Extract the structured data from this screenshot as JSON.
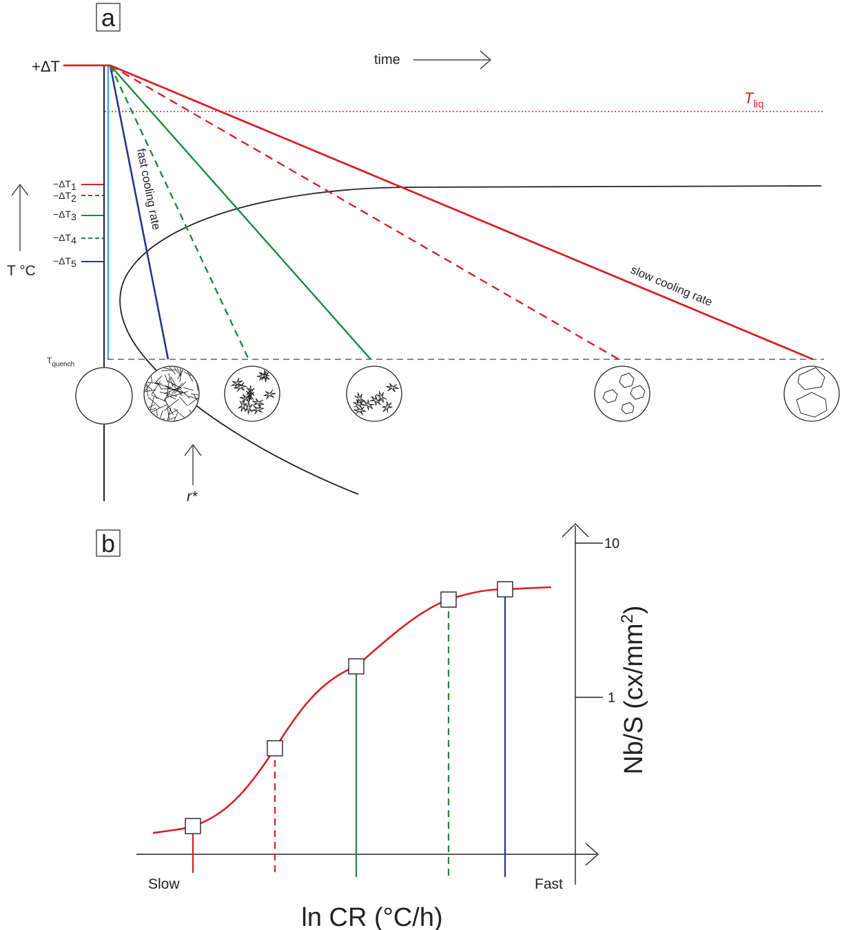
{
  "panel_a": {
    "label": "a",
    "time_label": "time",
    "plus_dT": "+ΔT",
    "t_liq_T": "T",
    "t_liq_sub": "liq",
    "t_axis_label": "T °C",
    "t_quench_T": "T",
    "t_quench_sub": "quench",
    "fast_rate_label": "fast cooling rate",
    "slow_rate_label": "slow cooling rate",
    "r_star": "r*",
    "undercoolings": [
      {
        "prefix": "−ΔT",
        "sub": "1",
        "color": "#d62027",
        "dashed": false
      },
      {
        "prefix": "−ΔT",
        "sub": "2",
        "color": "#d62027",
        "dashed": true
      },
      {
        "prefix": "−ΔT",
        "sub": "3",
        "color": "#1a8a3c",
        "dashed": false
      },
      {
        "prefix": "−ΔT",
        "sub": "4",
        "color": "#1a8a3c",
        "dashed": true
      },
      {
        "prefix": "−ΔT",
        "sub": "5",
        "color": "#26338a",
        "dashed": false
      }
    ]
  },
  "panel_b": {
    "label": "b",
    "xlabel": "ln CR (°C/h)",
    "ylabel": "Nb/S (cx/mm",
    "ylabel_sup": "2",
    "ylabel_close": ")",
    "x_left": "Slow",
    "x_right": "Fast",
    "y_tick_top": "10",
    "y_tick_mid": "1"
  },
  "colors": {
    "red": "#d62027",
    "green": "#1a8a3c",
    "blue": "#26338a",
    "cyan": "#3aa9e0",
    "black": "#222222"
  }
}
